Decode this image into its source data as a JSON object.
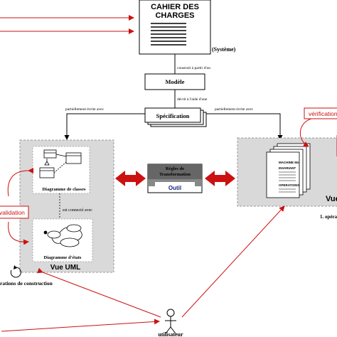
{
  "cahier": {
    "line1": "CAHIER DES",
    "line2": "CHARGES",
    "system_label": "(Système)"
  },
  "edges": {
    "construit": "construit à partir d'un",
    "decrit": "décrit à l'aide d'une",
    "partiel_left": "partiellement écrite avec",
    "partiel_right": "partiellement écrite avec",
    "connecte": "est connecté avec"
  },
  "modele": {
    "label": "Modèle"
  },
  "specification": {
    "label": "Spécification"
  },
  "vue_uml": {
    "title": "Vue UML",
    "classes_caption": "Diagramme de classes",
    "etats_caption": "Diagramme d'états"
  },
  "regles": {
    "line1": "Règles de",
    "line2": "Transformation",
    "tool": "Outil"
  },
  "vue_b": {
    "title_fragment": "Vue",
    "doc_lines": [
      "MACHINE Ms",
      "INVARIANT",
      "OPERATIONS"
    ]
  },
  "verification": {
    "label": "vérification"
  },
  "validation": {
    "label": "validation"
  },
  "operations": {
    "construction_fragment": "rations de construction",
    "right_fragment": "1. opéra"
  },
  "user": {
    "label": "utilisateur"
  },
  "colors": {
    "red": "#cc1111",
    "gray_panel": "#d9d9d9",
    "navy": "#1a237e"
  }
}
